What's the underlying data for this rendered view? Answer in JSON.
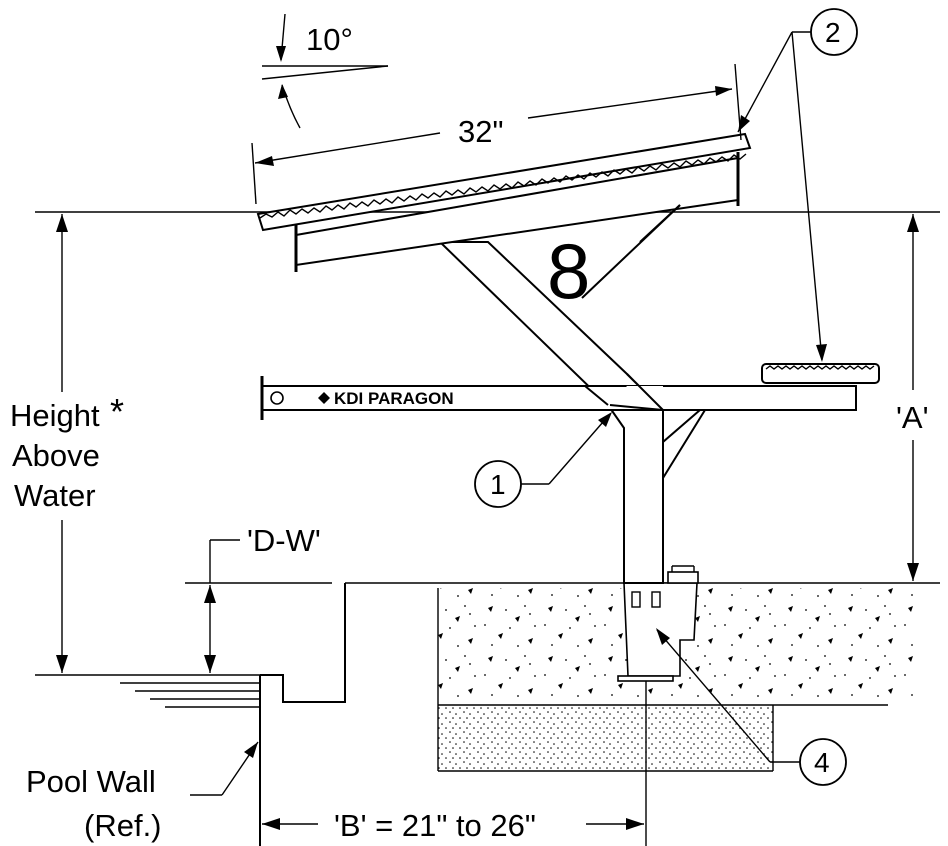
{
  "labels": {
    "angle": "10°",
    "length": "32\"",
    "model_number": "8",
    "brand": "KDI PARAGON",
    "height_line1": "Height",
    "height_star": "*",
    "height_line2": "Above",
    "height_line3": "Water",
    "dim_a": "'A'",
    "dim_dw": "'D-W'",
    "pool_wall_line1": "Pool Wall",
    "pool_wall_line2": "(Ref.)",
    "dim_b": "'B' = 21\" to 26\""
  },
  "callouts": [
    "1",
    "2",
    "4"
  ]
}
